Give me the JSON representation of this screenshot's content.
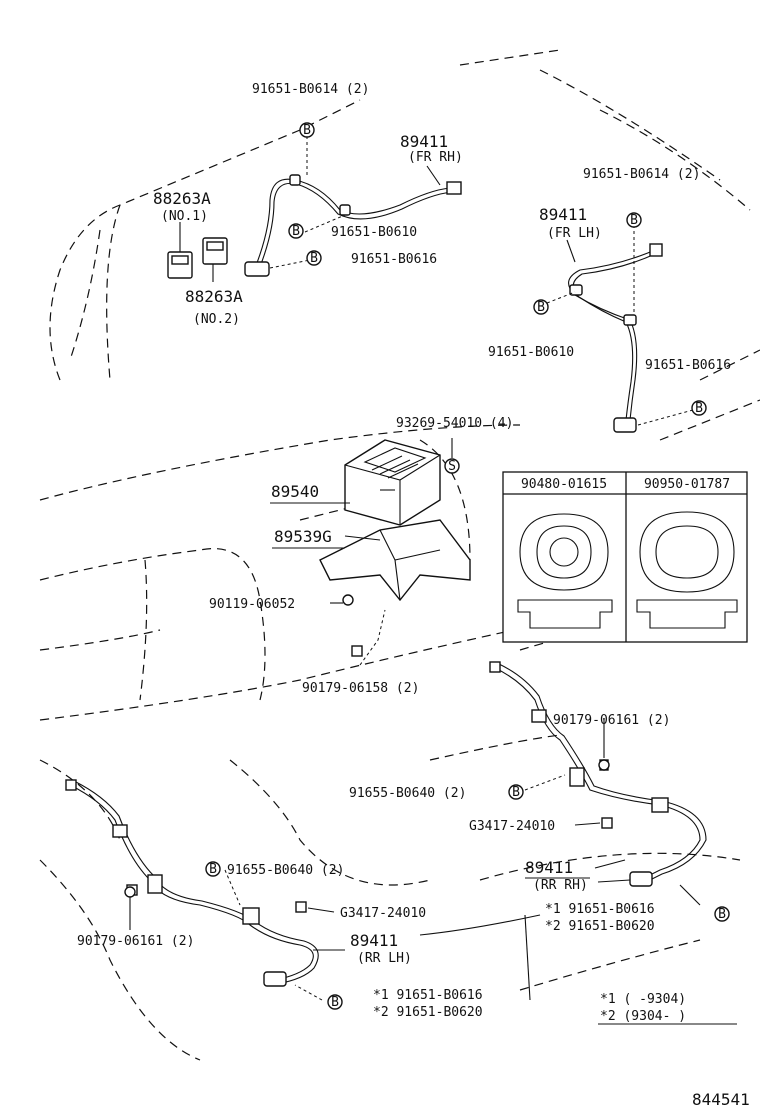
{
  "labels": {
    "l_91651_b0614_a": "91651-B0614 (2)",
    "l_89411_fr_rh": "89411",
    "l_fr_rh": "(FR RH)",
    "l_88263a_1": "88263A",
    "l_no1": "(NO.1)",
    "l_91651_b0610_a": "91651-B0610",
    "l_91651_b0616_a": "91651-B0616",
    "l_88263a_2": "88263A",
    "l_no2": "(NO.2)",
    "l_91651_b0614_b": "91651-B0614 (2)",
    "l_89411_fr_lh": "89411",
    "l_fr_lh": "(FR LH)",
    "l_91651_b0610_b": "91651-B0610",
    "l_91651_b0616_b": "91651-B0616",
    "l_93269": "93269-54010 (4)",
    "l_89540": "89540",
    "l_89539g": "89539G",
    "l_90119": "90119-06052",
    "l_90179_06158": "90179-06158 (2)",
    "l_90179_06161_a": "90179-06161 (2)",
    "l_91655_b0640_a": "91655-B0640 (2)",
    "l_g3417_a": "G3417-24010",
    "l_89411_rr_rh": "89411",
    "l_rr_rh": "(RR RH)",
    "l_s1_b0616_a": "*1  91651-B0616",
    "l_s2_b0620_a": "*2  91651-B0620",
    "l_91655_b0640_b": "91655-B0640 (2)",
    "l_g3417_b": "G3417-24010",
    "l_90179_06161_b": "90179-06161 (2)",
    "l_89411_rr_lh": "89411",
    "l_rr_lh": "(RR LH)",
    "l_s1_b0616_b": "*1  91651-B0616",
    "l_s2_b0620_b": "*2  91651-B0620",
    "note_1": "*1  (      -9304)",
    "note_2": "*2  (9304-      )",
    "figure_number": "844541"
  },
  "table": {
    "col1": "90480-01615",
    "col2": "90950-01787"
  },
  "markers": {
    "b": "B",
    "s": "S"
  }
}
